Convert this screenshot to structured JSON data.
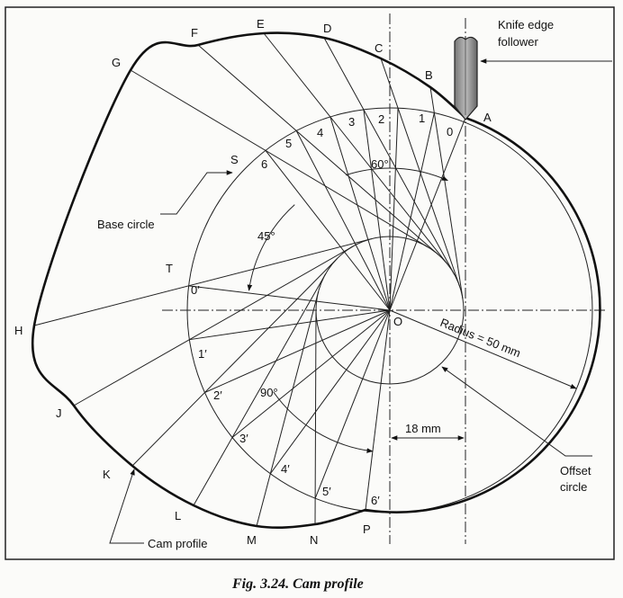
{
  "figure": {
    "caption": "Fig. 3.24. Cam profile",
    "profile_labels": [
      "A",
      "B",
      "C",
      "D",
      "E",
      "F",
      "G",
      "H",
      "J",
      "K",
      "L",
      "M",
      "N",
      "P"
    ],
    "rise_labels": [
      "0",
      "1",
      "2",
      "3",
      "4",
      "5",
      "6"
    ],
    "return_labels": [
      "0′",
      "1′",
      "2′",
      "3′",
      "4′",
      "5′",
      "6′"
    ],
    "other_labels": {
      "S": "S",
      "T": "T",
      "O": "O"
    },
    "angles": {
      "rise": "60°",
      "dwell": "45°",
      "return": "90°"
    },
    "annotations": {
      "follower_line1": "Knife edge",
      "follower_line2": "follower",
      "base_circle": "Base circle",
      "cam_profile": "Cam profile",
      "offset_line1": "Offset",
      "offset_line2": "circle",
      "radius": "Radius = 50 mm",
      "offset_dim": "18 mm"
    }
  }
}
